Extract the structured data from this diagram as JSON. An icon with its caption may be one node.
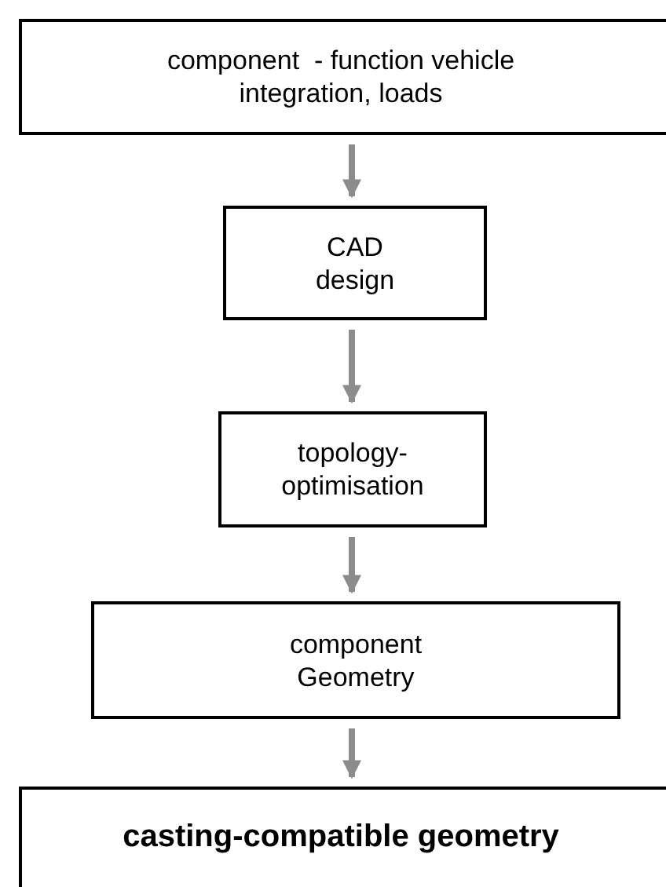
{
  "diagram": {
    "nodes": [
      {
        "text": [
          "component  - function vehicle integration, loads"
        ]
      },
      {
        "text": [
          "CAD design"
        ]
      },
      {
        "text": [
          "topology- optimisation"
        ]
      },
      {
        "text": [
          "component Geometry"
        ]
      },
      {
        "text": [
          "casting-compatible geometry"
        ]
      }
    ],
    "edges": [
      {
        "from": 0,
        "to": 1,
        "arrow": "to"
      },
      {
        "from": 1,
        "to": 2,
        "arrow": "to"
      },
      {
        "from": 2,
        "to": 3,
        "arrow": "to"
      },
      {
        "from": 3,
        "to": 4,
        "arrow": "to"
      }
    ]
  }
}
